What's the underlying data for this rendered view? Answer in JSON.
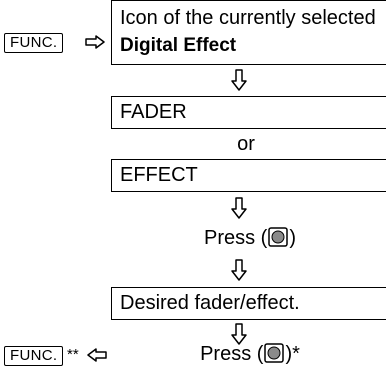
{
  "func_key_label": "FUNC.",
  "first_box": {
    "line1": "Icon of the currently selected",
    "line2": "Digital Effect"
  },
  "fader_label": "FADER",
  "or_label": "or",
  "effect_label": "EFFECT",
  "press_prefix": "Press (",
  "press_suffix": ")",
  "press_suffix_star": ")*",
  "desired_label": "Desired fader/effect.",
  "bottom_func_suffix": "**",
  "icons": [
    "right-arrow-icon",
    "down-arrow-icon",
    "joystick-icon",
    "left-arrow-icon"
  ]
}
